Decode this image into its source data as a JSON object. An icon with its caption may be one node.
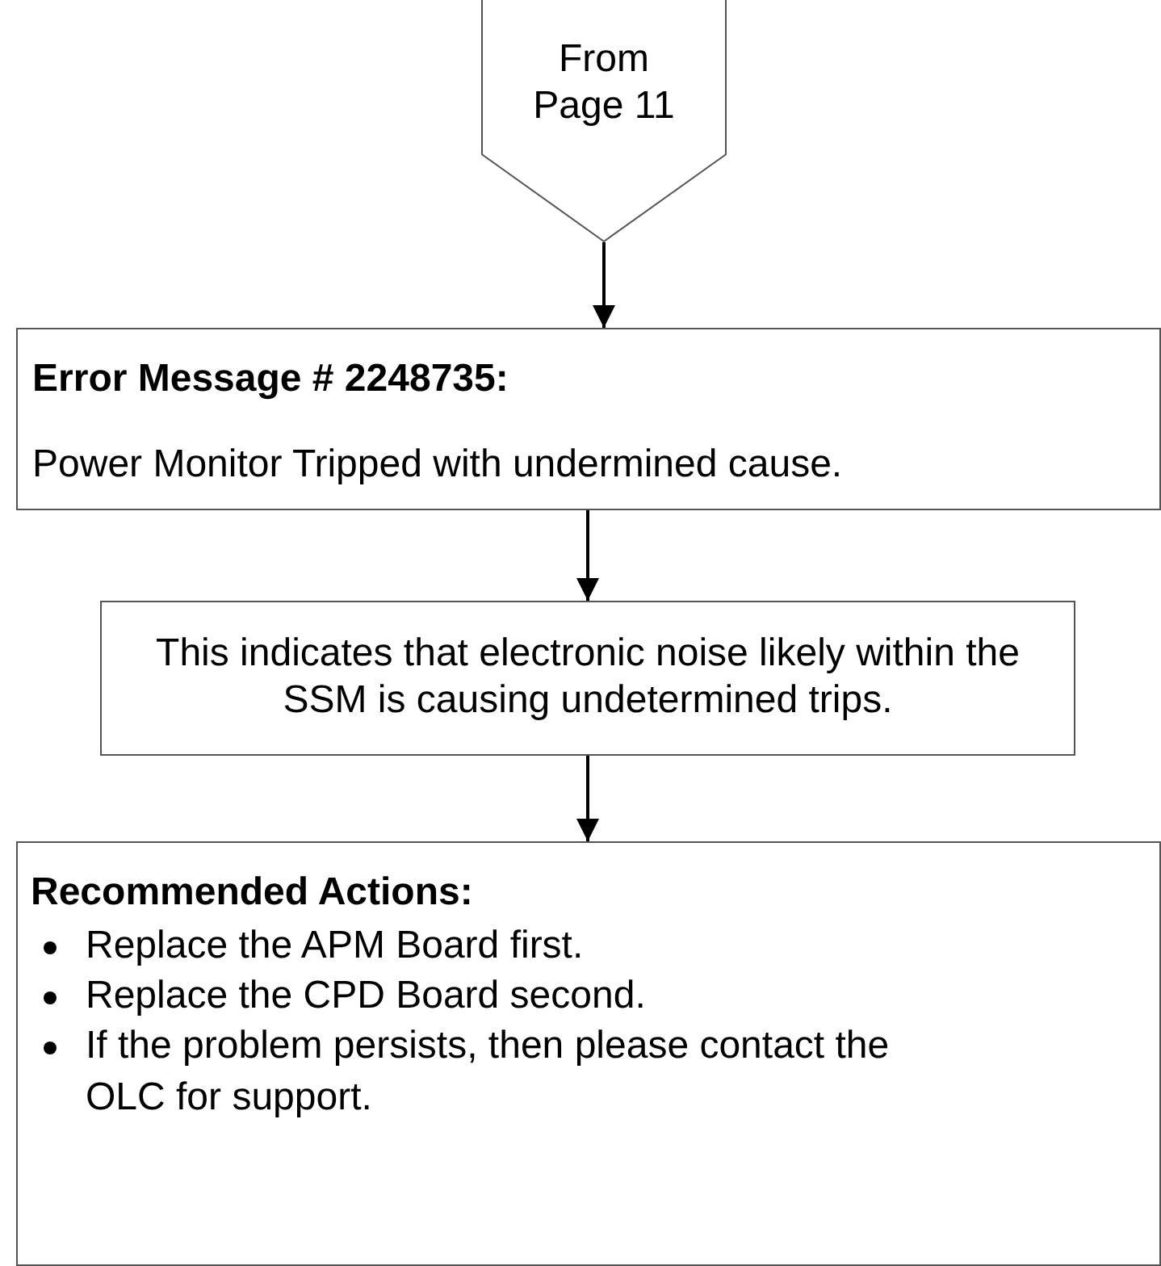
{
  "diagram": {
    "nodes": [
      {
        "text": [
          "From Page 11"
        ]
      },
      {
        "text": [
          "Error Message # 2248735:",
          "Power Monitor Tripped with undermined cause."
        ]
      },
      {
        "text": [
          "This indicates that electronic noise likely within the SSM is causing undetermined trips."
        ]
      },
      {
        "text": [
          "Recommended Actions:",
          "Replace the APM Board first.",
          "Replace the CPD Board second.",
          "If the problem persists, then please contact the OLC for support."
        ]
      }
    ],
    "edges": [
      {
        "from": 0,
        "to": 1,
        "arrow": "to"
      },
      {
        "from": 1,
        "to": 2,
        "arrow": "to"
      },
      {
        "from": 2,
        "to": 3,
        "arrow": "to"
      }
    ]
  }
}
